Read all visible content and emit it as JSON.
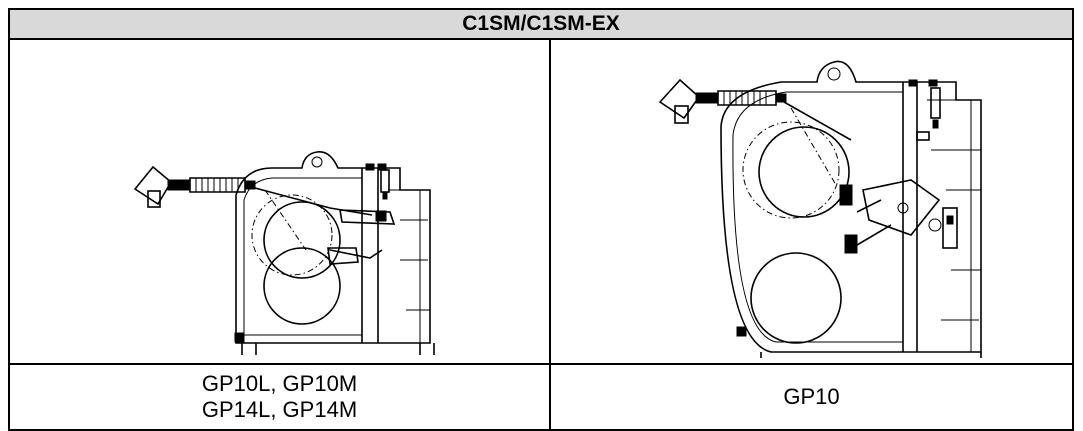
{
  "table": {
    "title": "C1SM/C1SM-EX",
    "columns": [
      {
        "model_lines": [
          "GP10L, GP10M",
          "GP14L, GP14M"
        ],
        "drawing_icon": "pump-trap-small-drawing"
      },
      {
        "model_lines": [
          "GP10"
        ],
        "drawing_icon": "pump-trap-large-drawing"
      }
    ]
  }
}
